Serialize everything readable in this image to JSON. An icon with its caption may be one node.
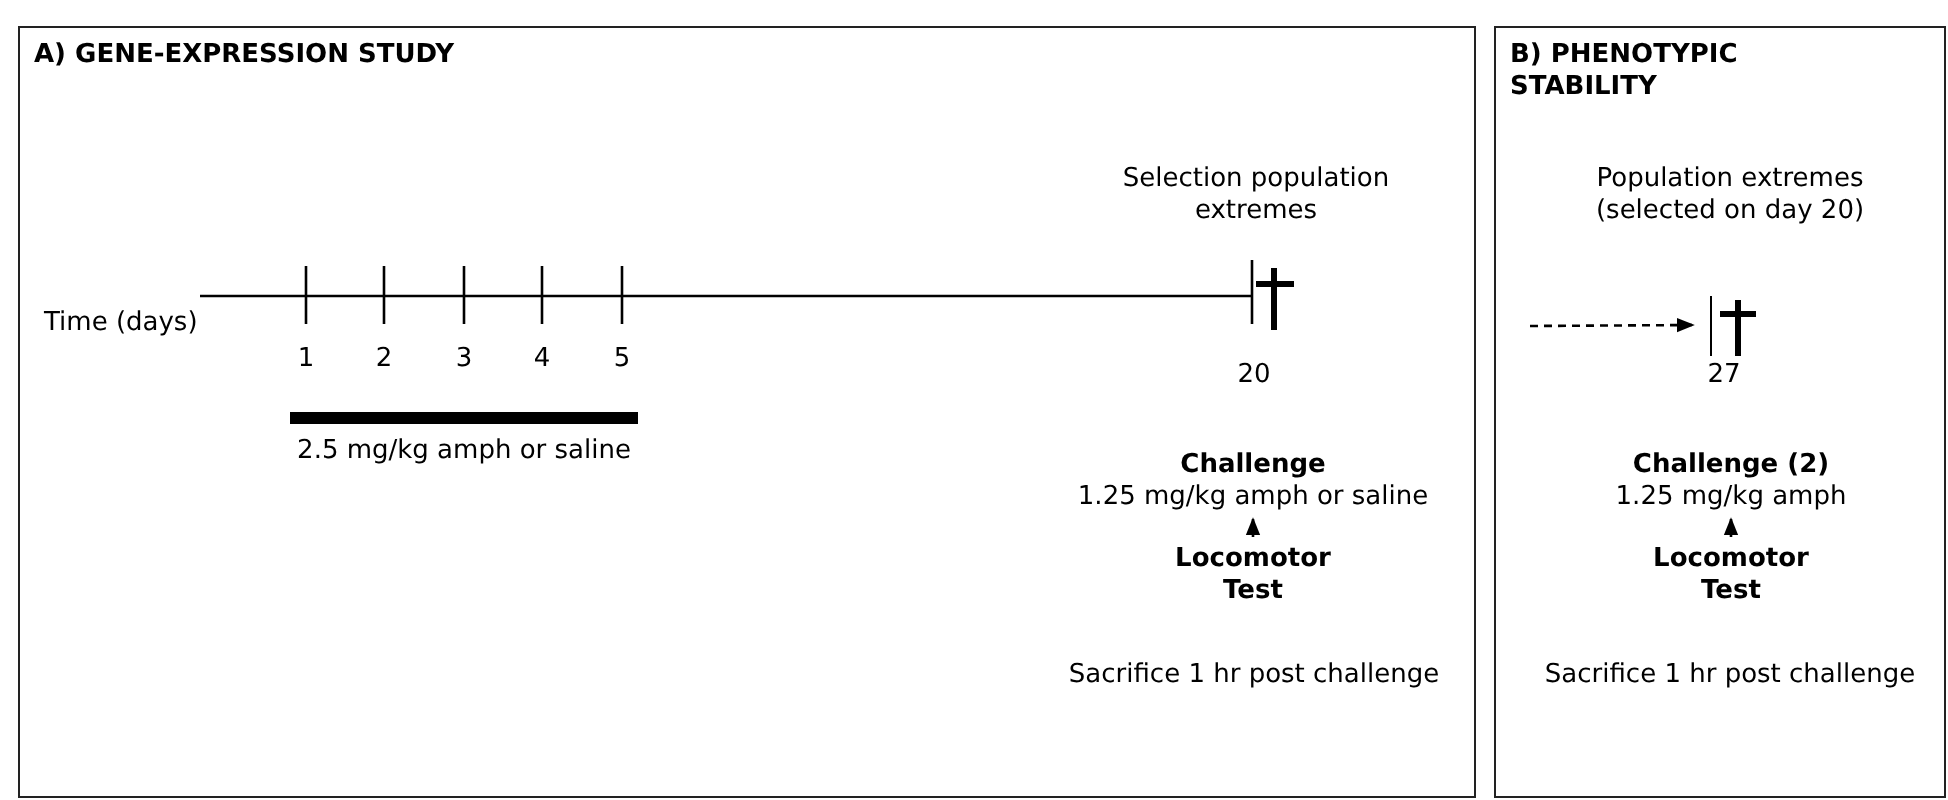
{
  "diagram": {
    "nodes": [
      {
        "text": [
          "A) GENE-EXPRESSION STUDY"
        ]
      },
      {
        "text": [
          "Challenge",
          "1.25 mg/kg amph or saline"
        ],
        "in": 0
      },
      {
        "text": [
          "Locomotor Test"
        ],
        "in": 0
      },
      {
        "text": [
          "B) PHENOTYPIC STABILITY"
        ]
      },
      {
        "text": [
          "Challenge (2)",
          "1.25 mg/kg amph"
        ],
        "in": 3
      },
      {
        "text": [
          "Locomotor Test"
        ],
        "in": 3
      },
      {
        "text": [],
        "shape": "bar",
        "in": 3
      }
    ],
    "edges": [
      {
        "from": 2,
        "to": 1,
        "arrow": "to"
      },
      {
        "from": 5,
        "to": 4,
        "arrow": "to"
      },
      {
        "from": null,
        "to": 6,
        "arrow": "to",
        "style": "dashed"
      }
    ],
    "labels": [
      "Time (days)",
      "1",
      "2",
      "3",
      "4",
      "5",
      "2.5 mg/kg amph or saline",
      "Selection population extremes",
      "20",
      "Sacrifice 1 hr post challenge",
      "Population extremes (selected on day 20)",
      "27",
      "Sacrifice 1 hr post challenge"
    ]
  }
}
